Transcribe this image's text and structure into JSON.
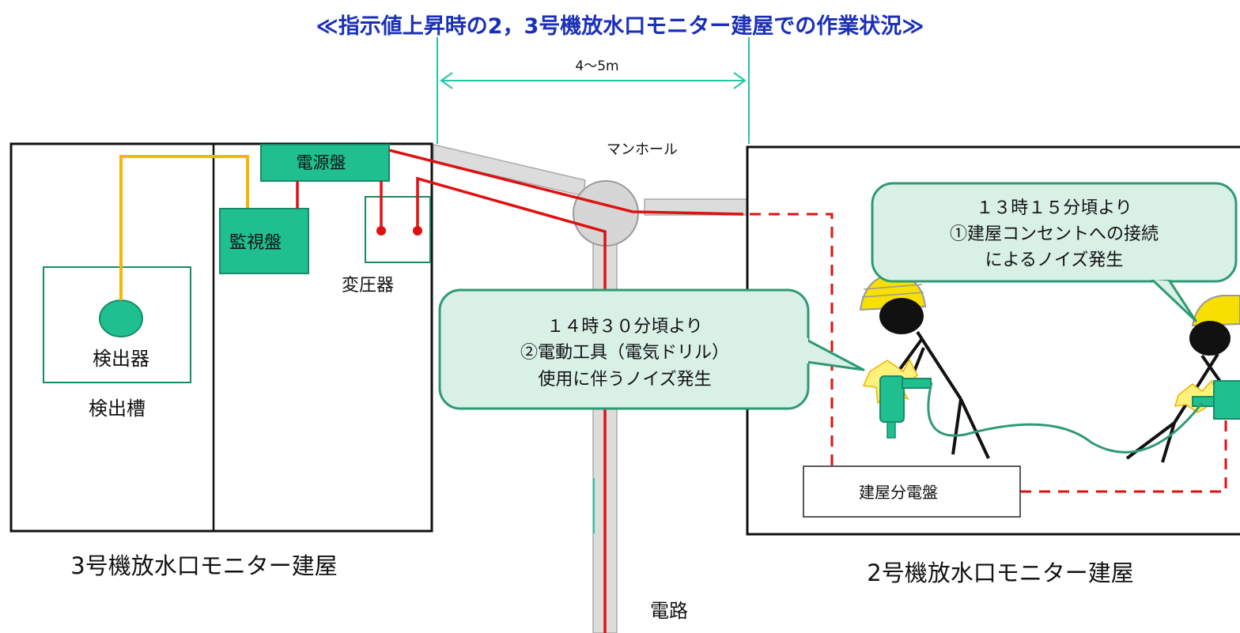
{
  "title": "≪指示値上昇時の2，3号機放水口モニター建屋での作業状況≫",
  "distance_label": "4～5m",
  "manhole_label": "マンホール",
  "power_panel_label": "電源盤",
  "monitor_panel_label": "監視盤",
  "transformer_label": "変圧器",
  "detector_label": "検出器",
  "detector_tank_label": "検出槽",
  "circuit_label": "電路",
  "building_3_label": "3号機放水口モニター建屋",
  "building_2_label": "2号機放水口モニター建屋",
  "distribution_board_label": "建屋分電盤",
  "callout_1": {
    "line1": "１３時１５分頃より",
    "line2": "①建屋コンセントへの接続",
    "line3": "によるノイズ発生"
  },
  "callout_2": {
    "line1": "１４時３０分頃より",
    "line2": "②電動工具（電気ドリル）",
    "line3": "使用に伴うノイズ発生"
  },
  "colors": {
    "title": "#1a2fb8",
    "dimension": "#22c8a0",
    "cable_red": "#e01010",
    "cable_orange": "#f5b800",
    "panel_green": "#1fbf8f",
    "callout_fill": "#d8f0e6",
    "callout_stroke": "#2e9a72",
    "duct_gray": "#dcdcdc",
    "helmet_yellow": "#f7e000"
  }
}
